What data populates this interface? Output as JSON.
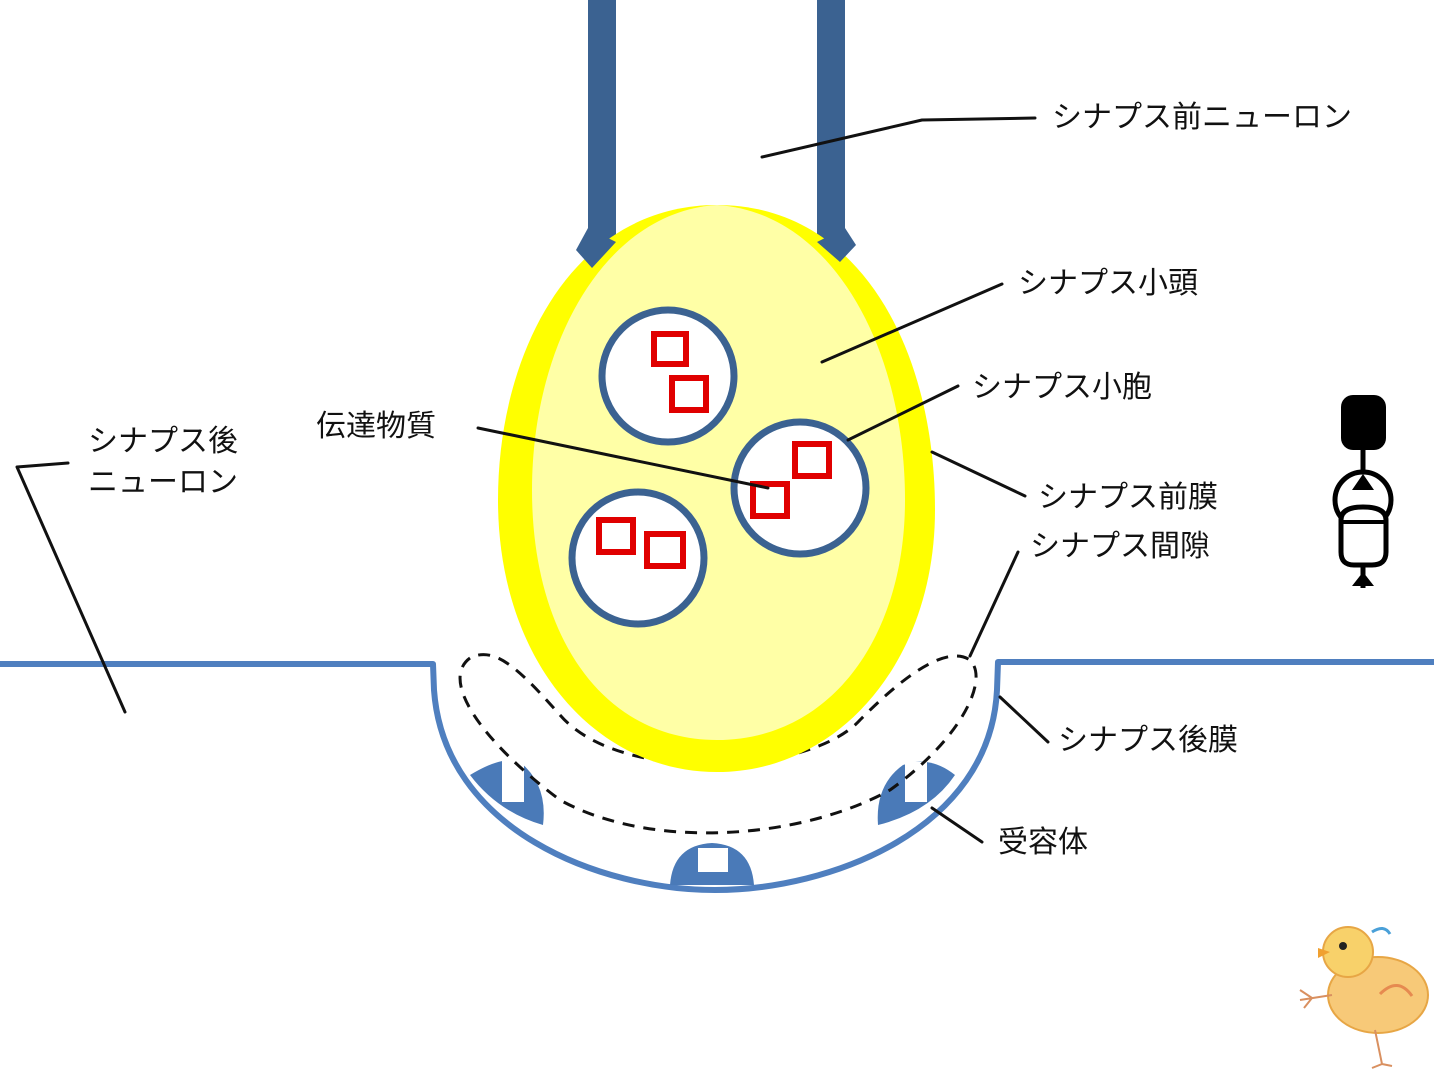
{
  "labels": {
    "presynaptic_neuron": "シナプス前ニューロン",
    "synaptic_knob": "シナプス小頭",
    "synaptic_vesicle": "シナプス小胞",
    "neurotransmitter": "伝達物質",
    "postsynaptic_neuron_line1": "シナプス後",
    "postsynaptic_neuron_line2": "ニューロン",
    "presynaptic_membrane": "シナプス前膜",
    "synaptic_cleft": "シナプス間隙",
    "postsynaptic_membrane": "シナプス後膜",
    "receptor": "受容体"
  },
  "colors": {
    "axon": "#3b6291",
    "knob_border": "#ffff00",
    "knob_fill": "#ffffa6",
    "vesicle_border": "#3b6291",
    "transmitter": "#e00000",
    "membrane": "#4f7fbf",
    "receptor": "#4a7ab8"
  },
  "icons": [
    "synapse-schematic-icon",
    "chick-mascot-icon"
  ]
}
